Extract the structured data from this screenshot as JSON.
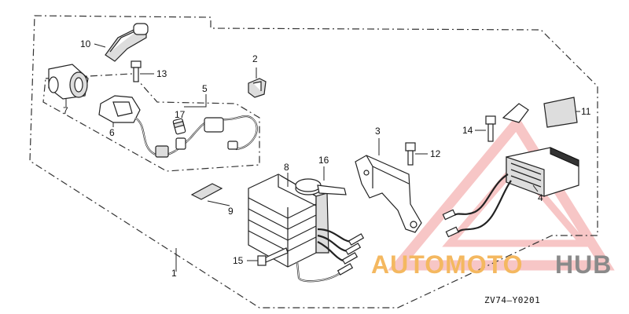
{
  "diagram": {
    "drawing_code": "ZV74—Y0201",
    "callouts": [
      {
        "id": "callout-1",
        "text": "1"
      },
      {
        "id": "callout-2",
        "text": "2"
      },
      {
        "id": "callout-3",
        "text": "3"
      },
      {
        "id": "callout-4",
        "text": "4"
      },
      {
        "id": "callout-5",
        "text": "5"
      },
      {
        "id": "callout-6",
        "text": "6"
      },
      {
        "id": "callout-7",
        "text": "7"
      },
      {
        "id": "callout-8",
        "text": "8"
      },
      {
        "id": "callout-9",
        "text": "9"
      },
      {
        "id": "callout-10",
        "text": "10"
      },
      {
        "id": "callout-11",
        "text": "11"
      },
      {
        "id": "callout-12",
        "text": "12"
      },
      {
        "id": "callout-13",
        "text": "13"
      },
      {
        "id": "callout-14",
        "text": "14"
      },
      {
        "id": "callout-15",
        "text": "15"
      },
      {
        "id": "callout-16",
        "text": "16"
      },
      {
        "id": "callout-17",
        "text": "17"
      }
    ]
  },
  "watermark": {
    "part1": "AUTOMOTO",
    "part2": "HUB",
    "color_primary": "#f4b860",
    "color_secondary": "#8a8a8a",
    "triangle_color": "#f7c6c6"
  }
}
